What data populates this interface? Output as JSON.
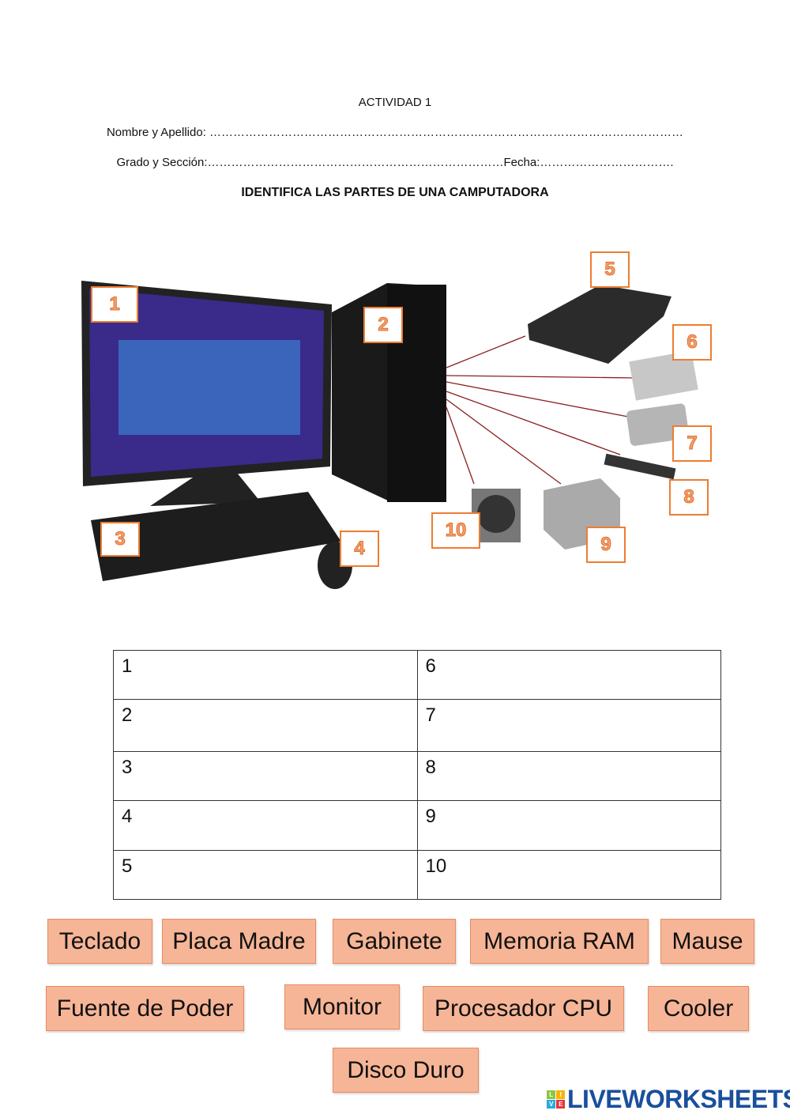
{
  "header": {
    "activity": "ACTIVIDAD 1",
    "name_line": "Nombre y Apellido: …………………………………………………………………………………………………………",
    "grade_line": "Grado y Sección:…………………………………………………………………Fecha:…………………………….",
    "title": "IDENTIFICA LAS PARTES DE UNA CAMPUTADORA"
  },
  "markers": [
    "1",
    "2",
    "3",
    "4",
    "5",
    "6",
    "7",
    "8",
    "9",
    "10"
  ],
  "table": {
    "rows": [
      [
        "1",
        "6"
      ],
      [
        "2",
        "7"
      ],
      [
        "3",
        "8"
      ],
      [
        "4",
        "9"
      ],
      [
        "5",
        "10"
      ]
    ]
  },
  "words": [
    "Teclado",
    "Placa Madre",
    "Gabinete",
    "Memoria RAM",
    "Mause",
    "Fuente de Poder",
    "Monitor",
    "Procesador CPU",
    "Cooler",
    "Disco Duro"
  ],
  "logo": {
    "text": "LIVEWORKSHEETS",
    "letters": [
      "L",
      "I",
      "V",
      "E"
    ]
  },
  "colors": {
    "accent": "#ed7d31",
    "tile": "#f6b596"
  }
}
